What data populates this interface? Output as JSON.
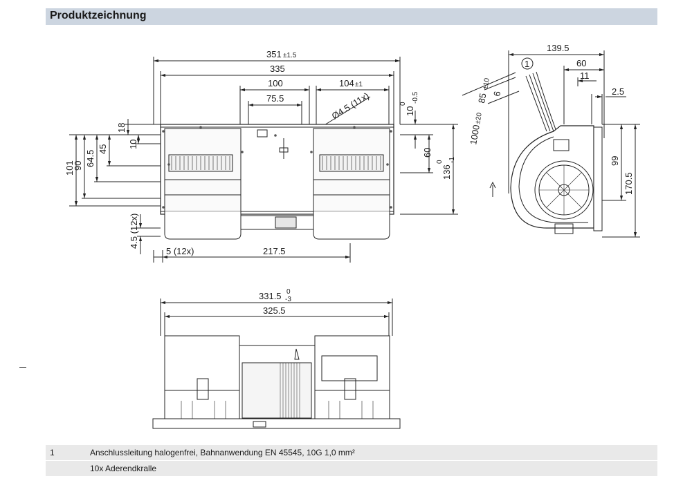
{
  "header": {
    "title": "Produktzeichnung"
  },
  "front_view": {
    "dim_total_width": "351",
    "dim_total_width_tol": "±1.5",
    "dim_width_335": "335",
    "dim_100": "100",
    "dim_75_5": "75.5",
    "dim_104": "104",
    "dim_104_tol": "±1",
    "dim_hole": "Ø4.5 (11x)",
    "dim_10": "10",
    "dim_10_tol_upper": "0",
    "dim_10_tol_lower": "-0.5",
    "dim_60": "60",
    "dim_136": "136",
    "dim_136_tol_upper": "0",
    "dim_136_tol_lower": "-1",
    "dim_101": "101",
    "dim_90": "90",
    "dim_64_5": "64.5",
    "dim_45": "45",
    "dim_18": "18",
    "dim_10b": "10",
    "dim_4_5": "4.5 (12x)",
    "dim_5": "5 (12x)",
    "dim_217_5": "217.5"
  },
  "side_view": {
    "dim_139_5": "139.5",
    "dim_60": "60",
    "dim_11": "11",
    "dim_2_5": "2.5",
    "dim_85": "85",
    "dim_85_tol": "±10",
    "dim_6": "6",
    "dim_1000": "1000",
    "dim_1000_tol": "±20",
    "dim_99": "99",
    "dim_170_5": "170.5",
    "callout": "1"
  },
  "bottom_view": {
    "dim_331_5": "331.5",
    "dim_331_5_tol_upper": "0",
    "dim_331_5_tol_lower": "-3",
    "dim_325_5": "325.5"
  },
  "legend": [
    {
      "num": "1",
      "text": "Anschlussleitung halogenfrei, Bahnanwendung EN 45545, 10G 1,0 mm²"
    },
    {
      "num": "",
      "text": "10x Aderendkralle"
    }
  ]
}
